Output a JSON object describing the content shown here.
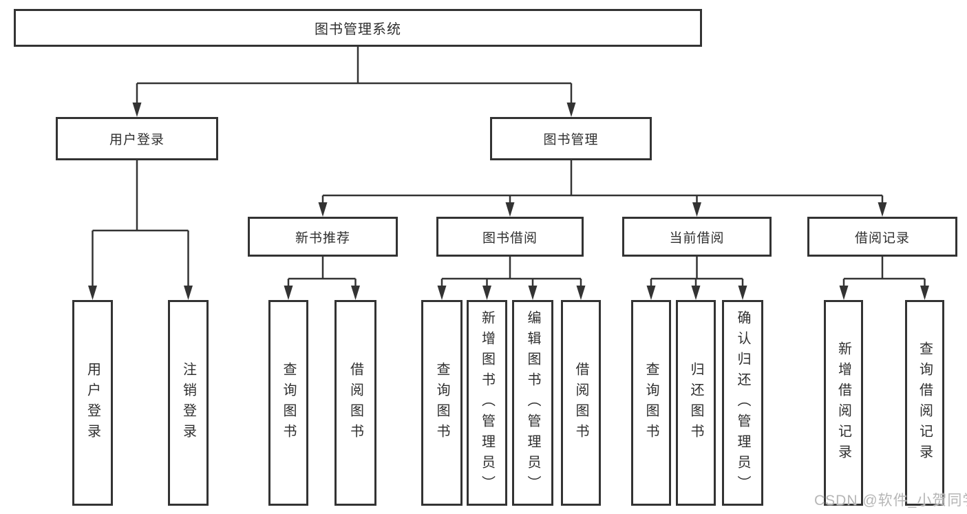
{
  "diagram": {
    "type": "hierarchy-tree",
    "colors": {
      "line": "#333333",
      "box_border": "#333333",
      "text": "#2f2f2f",
      "watermark": "#b6b6b6",
      "background": "#ffffff"
    },
    "watermark": "CSDN @软件_小贺同学",
    "nodes": {
      "root": {
        "label": "图书管理系统"
      },
      "user_login": {
        "label": "用户登录"
      },
      "book_mgmt": {
        "label": "图书管理"
      },
      "new_books": {
        "label": "新书推荐"
      },
      "book_borrow": {
        "label": "图书借阅"
      },
      "current_borrow": {
        "label": "当前借阅"
      },
      "borrow_records": {
        "label": "借阅记录"
      },
      "ul_login": {
        "label": "用户登录"
      },
      "ul_logout": {
        "label": "注销登录"
      },
      "nb_query": {
        "label": "查询图书"
      },
      "nb_borrow": {
        "label": "借阅图书"
      },
      "bb_query": {
        "label": "查询图书"
      },
      "bb_add": {
        "label": "新增图书（管理员）"
      },
      "bb_edit": {
        "label": "编辑图书（管理员）"
      },
      "bb_borrow": {
        "label": "借阅图书"
      },
      "cb_query": {
        "label": "查询图书"
      },
      "cb_return": {
        "label": "归还图书"
      },
      "cb_confirm": {
        "label": "确认归还（管理员）"
      },
      "br_add": {
        "label": "新增借阅记录"
      },
      "br_query": {
        "label": "查询借阅记录"
      }
    },
    "tree": {
      "root": "图书管理系统",
      "children": [
        {
          "label": "用户登录",
          "children": [
            "用户登录",
            "注销登录"
          ]
        },
        {
          "label": "图书管理",
          "children": [
            {
              "label": "新书推荐",
              "children": [
                "查询图书",
                "借阅图书"
              ]
            },
            {
              "label": "图书借阅",
              "children": [
                "查询图书",
                "新增图书（管理员）",
                "编辑图书（管理员）",
                "借阅图书"
              ]
            },
            {
              "label": "当前借阅",
              "children": [
                "查询图书",
                "归还图书",
                "确认归还（管理员）"
              ]
            },
            {
              "label": "借阅记录",
              "children": [
                "新增借阅记录",
                "查询借阅记录"
              ]
            }
          ]
        }
      ]
    }
  }
}
